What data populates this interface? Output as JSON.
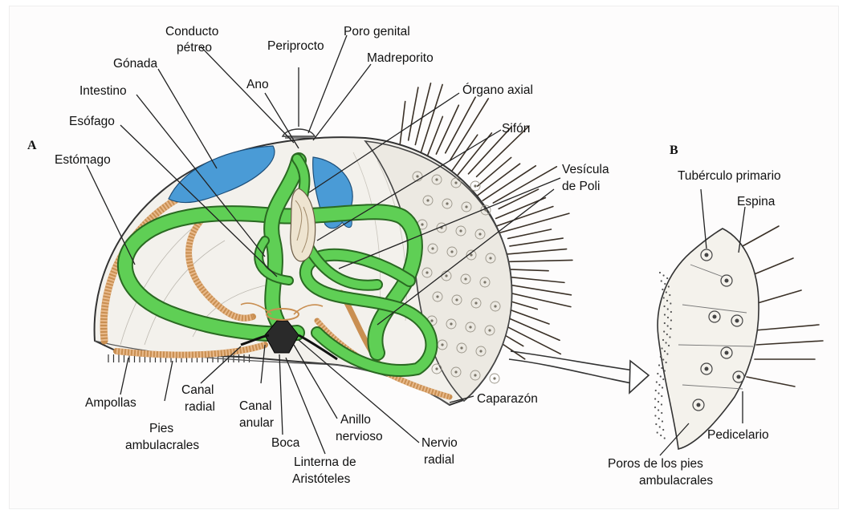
{
  "panels": {
    "a": "A",
    "b": "B"
  },
  "labels_a": {
    "conducto_petreo_1": "Conducto",
    "conducto_petreo_2": "pétreo",
    "periprocto": "Periprocto",
    "poro_genital": "Poro genital",
    "madreporito": "Madreporito",
    "gonada": "Gónada",
    "ano": "Ano",
    "intestino": "Intestino",
    "organo_axial": "Órgano axial",
    "esofago": "Esófago",
    "sifon": "Sifón",
    "estomago": "Estómago",
    "vesicula_1": "Vesícula",
    "vesicula_2": "de Poli",
    "caparazon": "Caparazón",
    "ampollas": "Ampollas",
    "canal_radial_1": "Canal",
    "canal_radial_2": "radial",
    "pies_1": "Pies",
    "pies_2": "ambulacrales",
    "canal_anular_1": "Canal",
    "canal_anular_2": "anular",
    "boca": "Boca",
    "anillo_1": "Anillo",
    "anillo_2": "nervioso",
    "nervio_1": "Nervio",
    "nervio_2": "radial",
    "linterna_1": "Linterna de",
    "linterna_2": "Aristóteles"
  },
  "labels_b": {
    "tuberculo": "Tubérculo primario",
    "espina": "Espina",
    "pedicelario": "Pedicelario",
    "poros_1": "Poros de los pies",
    "poros_2": "ambulacrales"
  },
  "colors": {
    "gut": "#5fcf55",
    "gonad": "#4a9bd6",
    "ampullae": "#c98f52",
    "ink": "#222222"
  }
}
